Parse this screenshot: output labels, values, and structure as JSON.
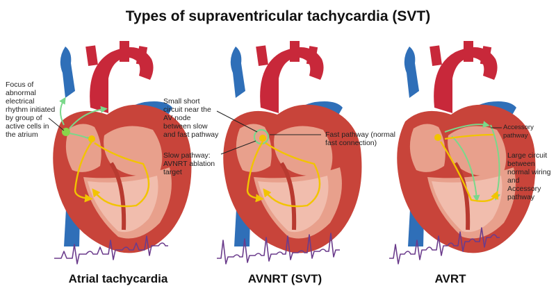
{
  "title": "Types of supraventricular tachycardia (SVT)",
  "panels": [
    {
      "label": "Atrial tachycardia",
      "annotations": [
        "Focus of abnormal electrical rhythm initiated by group of active cells in the atrium"
      ]
    },
    {
      "label": "AVNRT  (SVT)",
      "annotations": [
        "Small short circuit near the AV node between slow and fast pathway",
        "Slow pathway: AVNRT ablation target",
        "Fast pathway (normal fast connection)"
      ]
    },
    {
      "label": "AVRT",
      "annotations": [
        "Accessory pathway",
        "Large circuit between normal wiring and Accessory pathway"
      ]
    }
  ],
  "colors": {
    "aorta": "#c8283a",
    "vein": "#2f6fb8",
    "myocardium": "#c8443a",
    "chamber": "#e8a08c",
    "pathway": "#f2c400",
    "circuit": "#7ad88a",
    "ecg": "#6b3c8c"
  }
}
